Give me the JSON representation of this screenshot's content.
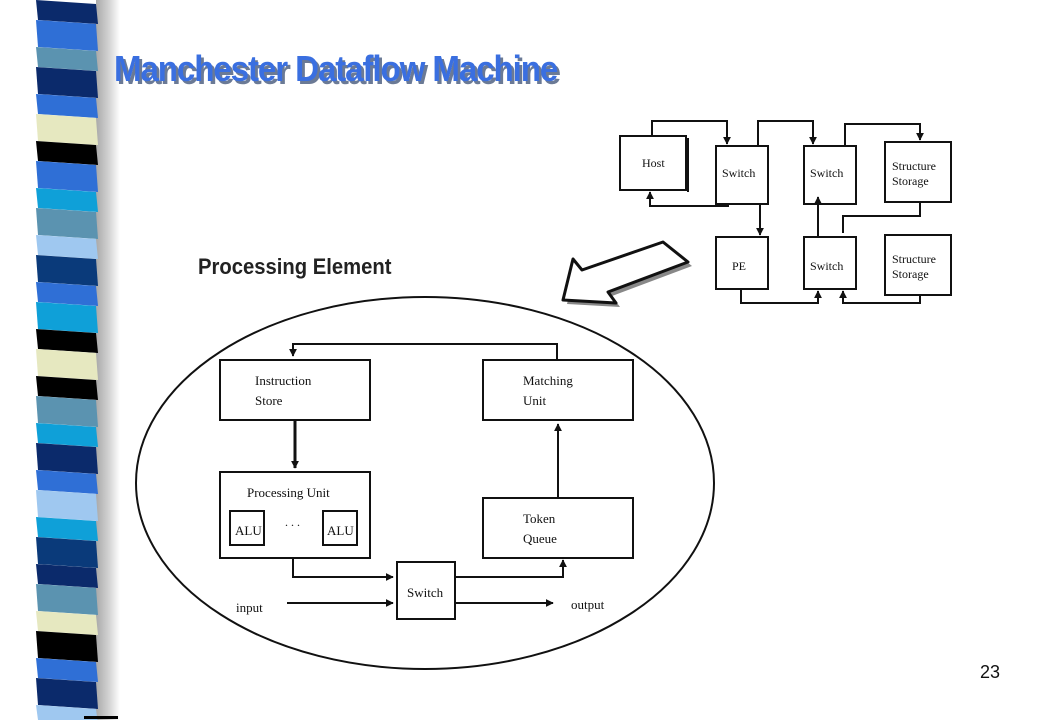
{
  "slide": {
    "title": "Manchester Dataflow Machine",
    "subtitle": "Processing Element",
    "page_number": "23"
  },
  "system": {
    "host": "Host",
    "switch_1": "Switch",
    "switch_2": "Switch",
    "switch_3": "Switch",
    "structure_storage_1_line1": "Structure",
    "structure_storage_1_line2": "Storage",
    "structure_storage_2_line1": "Structure",
    "structure_storage_2_line2": "Storage",
    "pe": "PE"
  },
  "processing_element": {
    "instruction_store_line1": "Instruction",
    "instruction_store_line2": "Store",
    "matching_unit_line1": "Matching",
    "matching_unit_line2": "Unit",
    "processing_unit": "Processing Unit",
    "alu_1": "ALU",
    "alu_2": "ALU",
    "ellipsis": ". . .",
    "token_queue_line1": "Token",
    "token_queue_line2": "Queue",
    "switch": "Switch",
    "input": "input",
    "output": "output"
  },
  "colors": {
    "title": "#3a6fe0",
    "title_shadow": "#6b7a95",
    "stripe_palette": [
      "#2f6fd6",
      "#0b2a6b",
      "#5b93b0",
      "#e6e8c0",
      "#000000",
      "#0fa0d8",
      "#9fc8f0",
      "#0a3a7a"
    ]
  }
}
